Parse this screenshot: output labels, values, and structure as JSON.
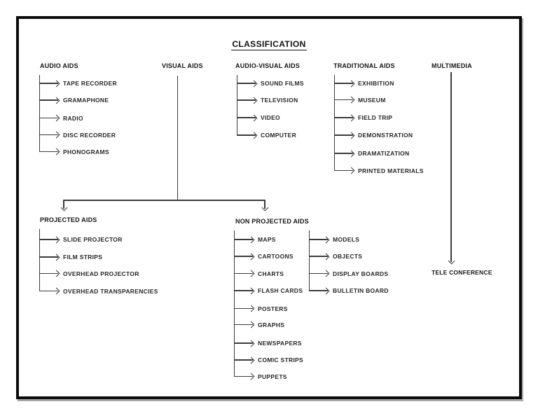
{
  "tree": {
    "title": "CLASSIFICATION",
    "columns": {
      "audio": {
        "label": "AUDIO AIDS",
        "items": [
          "TAPE RECORDER",
          "GRAMAPHONE",
          "RADIO",
          "DISC RECORDER",
          "PHONOGRAMS"
        ]
      },
      "visual": {
        "label": "VISUAL AIDS"
      },
      "audio_visual": {
        "label": "AUDIO-VISUAL AIDS",
        "items": [
          "SOUND FILMS",
          "TELEVISION",
          "VIDEO",
          "COMPUTER"
        ]
      },
      "traditional": {
        "label": "TRADITIONAL AIDS",
        "items": [
          "EXHIBITION",
          "MUSEUM",
          "FIELD TRIP",
          "DEMONSTRATION",
          "DRAMATIZATION",
          "PRINTED MATERIALS"
        ]
      },
      "multimedia": {
        "label": "MULTIMEDIA",
        "items": [
          "TELE CONFERENCE"
        ]
      }
    },
    "visual_children": {
      "projected": {
        "label": "PROJECTED AIDS",
        "items": [
          "SLIDE PROJECTOR",
          "FILM STRIPS",
          "OVERHEAD PROJECTOR",
          "OVERHEAD TRANSPARENCIES"
        ]
      },
      "non_projected": {
        "label": "NON PROJECTED AIDS",
        "items": [
          "MAPS",
          "CARTOONS",
          "CHARTS",
          "FLASH CARDS",
          "POSTERS",
          "GRAPHS",
          "NEWSPAPERS",
          "COMIC STRIPS",
          "PUPPETS"
        ],
        "items2": [
          "MODELS",
          "OBJECTS",
          "DISPLAY BOARDS",
          "BULLETIN BOARD"
        ]
      }
    }
  },
  "colors": {
    "background": "#ffffff",
    "frame": "#0b0b0b",
    "frame_shadow": "#a9a9a9",
    "ink": "#1f1f1f",
    "line": "#3b3b3b"
  }
}
